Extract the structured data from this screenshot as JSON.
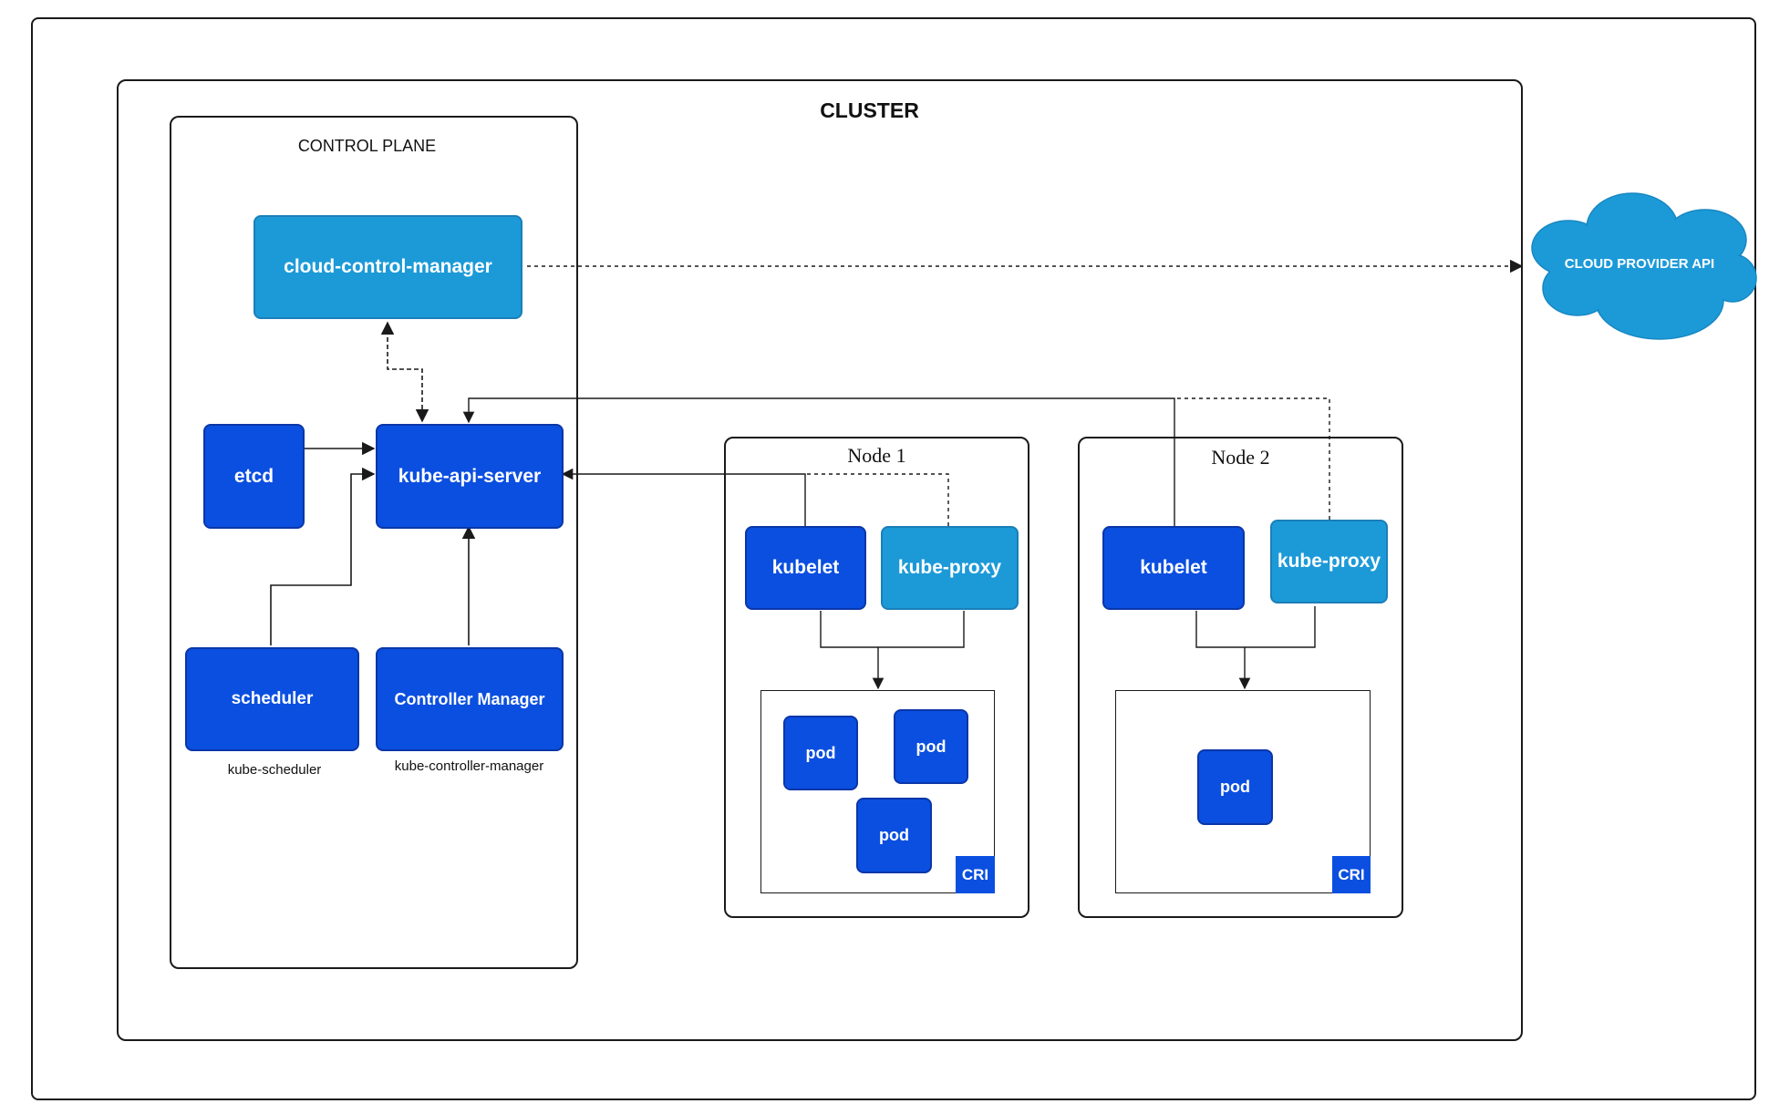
{
  "cluster": {
    "title": "CLUSTER"
  },
  "control_plane": {
    "title": "CONTROL PLANE",
    "cloud_control_manager": "cloud-control-manager",
    "etcd": "etcd",
    "api_server": "kube-api-server",
    "scheduler": "scheduler",
    "scheduler_caption": "kube-scheduler",
    "controller_manager": "Controller Manager",
    "controller_manager_caption": "kube-controller-manager"
  },
  "nodes": [
    {
      "title": "Node 1",
      "kubelet": "kubelet",
      "kube_proxy": "kube-proxy",
      "pods": [
        "pod",
        "pod",
        "pod"
      ],
      "runtime": "CRI"
    },
    {
      "title": "Node 2",
      "kubelet": "kubelet",
      "kube_proxy": "kube-proxy",
      "pods": [
        "pod"
      ],
      "runtime": "CRI"
    }
  ],
  "cloud_provider": {
    "label": "CLOUD PROVIDER API"
  },
  "colors": {
    "dark_blue": "#0b4fe0",
    "light_blue": "#1c9ad8",
    "cloud": "#1c9ad8",
    "line": "#1a1a1a"
  }
}
